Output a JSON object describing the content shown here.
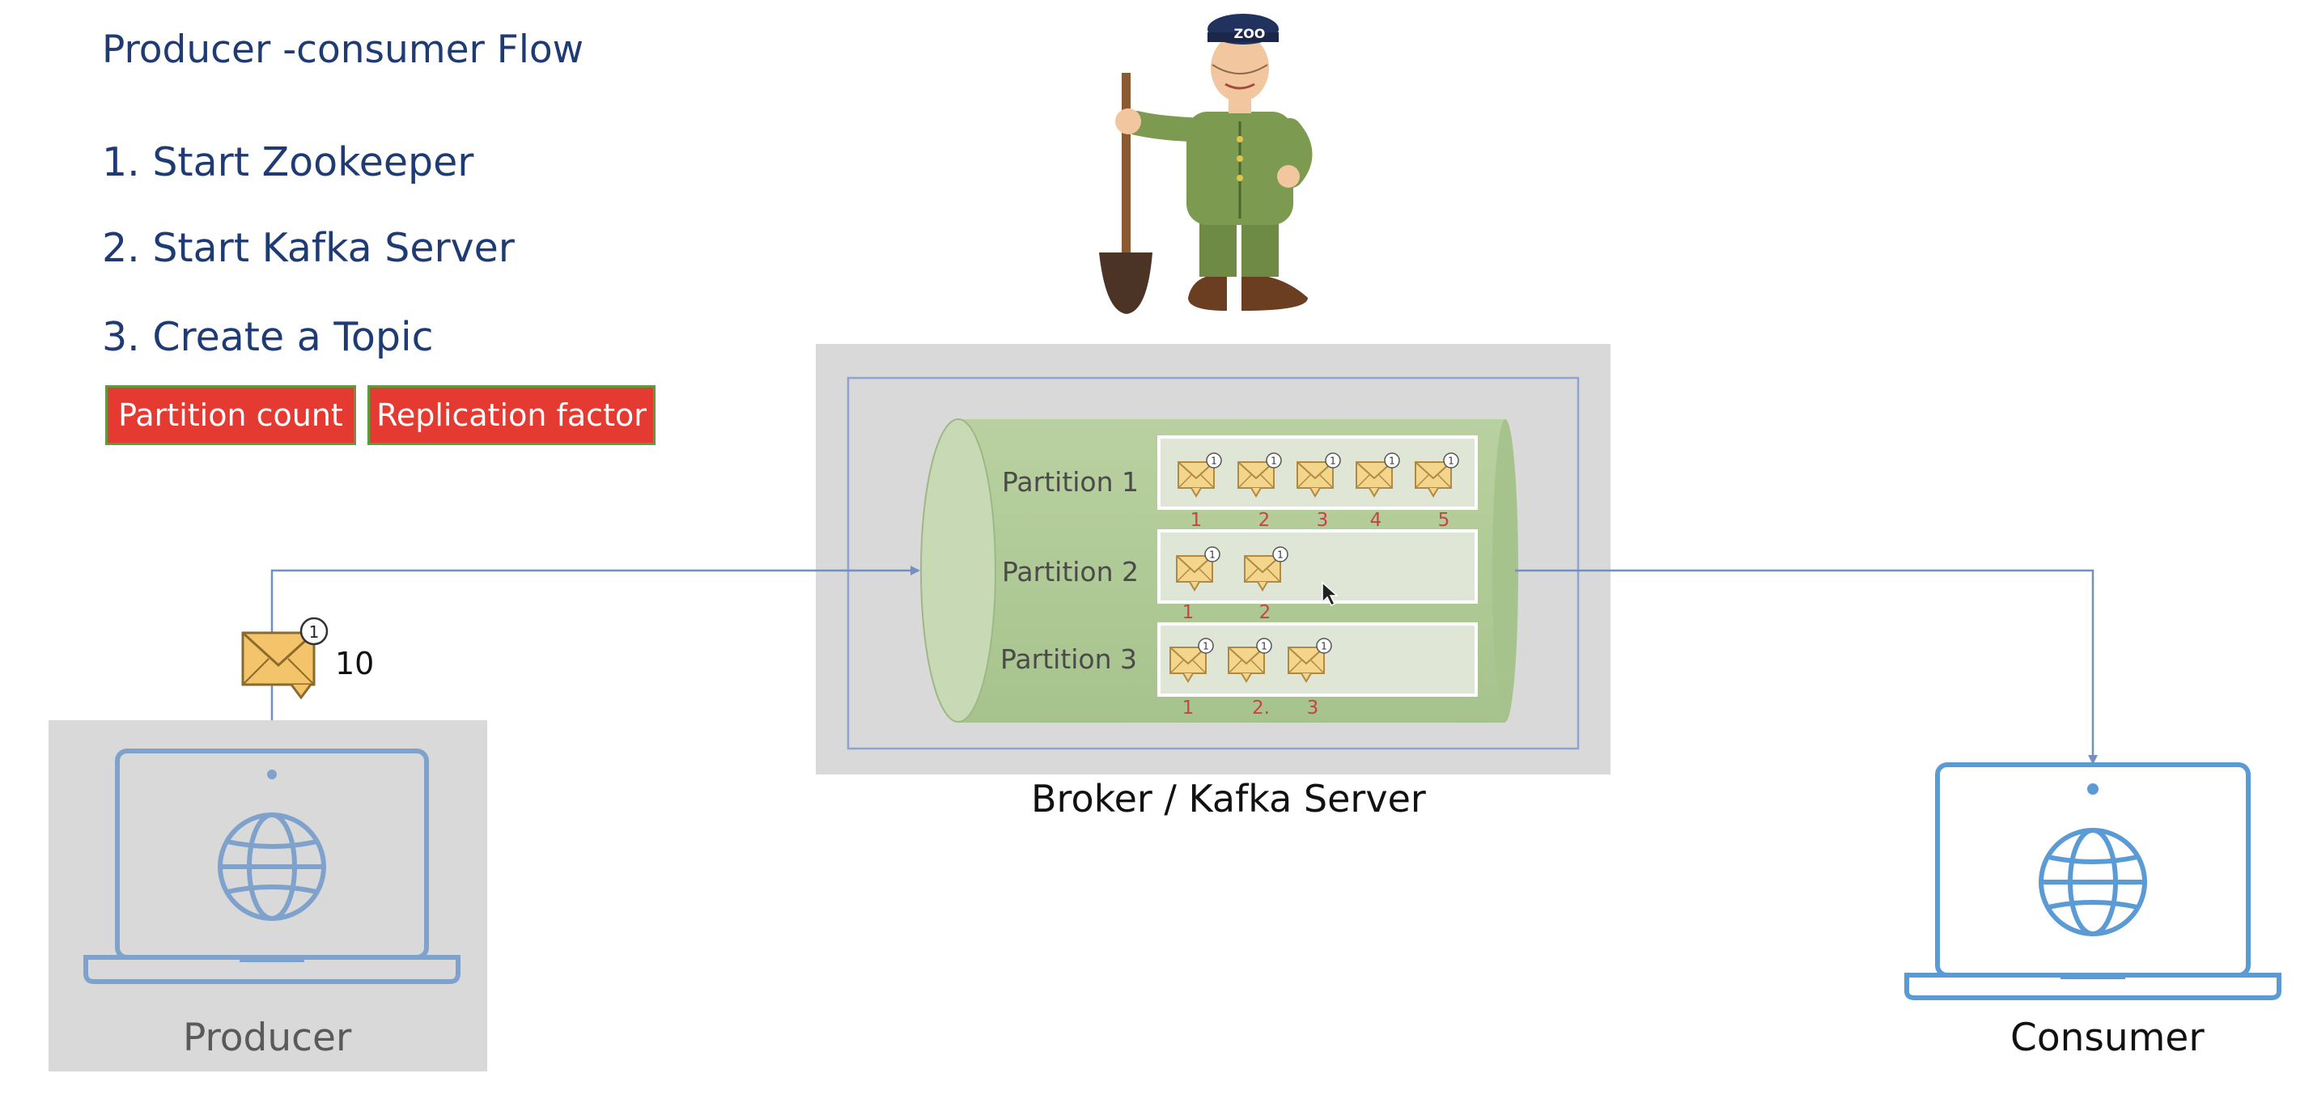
{
  "title": "Producer -consumer Flow",
  "steps": [
    "1. Start Zookeeper",
    "2. Start Kafka Server",
    "3. Create a Topic"
  ],
  "buttons": {
    "partition_count": "Partition count",
    "replication_factor": "Replication factor"
  },
  "broker": {
    "label": "Broker / Kafka Server",
    "partitions": [
      {
        "name": "Partition 1",
        "message_numbers": [
          "1",
          "2",
          "3",
          "4",
          "5"
        ]
      },
      {
        "name": "Partition 2",
        "message_numbers": [
          "1",
          "2"
        ]
      },
      {
        "name": "Partition 3",
        "message_numbers": [
          "1",
          "2.",
          "3"
        ]
      }
    ]
  },
  "producer": {
    "label": "Producer",
    "message_count": "10"
  },
  "consumer": {
    "label": "Consumer"
  },
  "icons": [
    "zookeeper-mascot-icon",
    "envelope-icon",
    "laptop-icon",
    "globe-icon",
    "mouse-cursor-icon"
  ],
  "colors": {
    "heading": "#1f3b73",
    "button_red": "#e53a32",
    "partition_number": "#c94343",
    "laptop_producer": "#7ea2cc",
    "laptop_consumer": "#5b9bd5",
    "cylinder_green": "#b5ce9c",
    "panel_gray": "#d9d9d9"
  }
}
